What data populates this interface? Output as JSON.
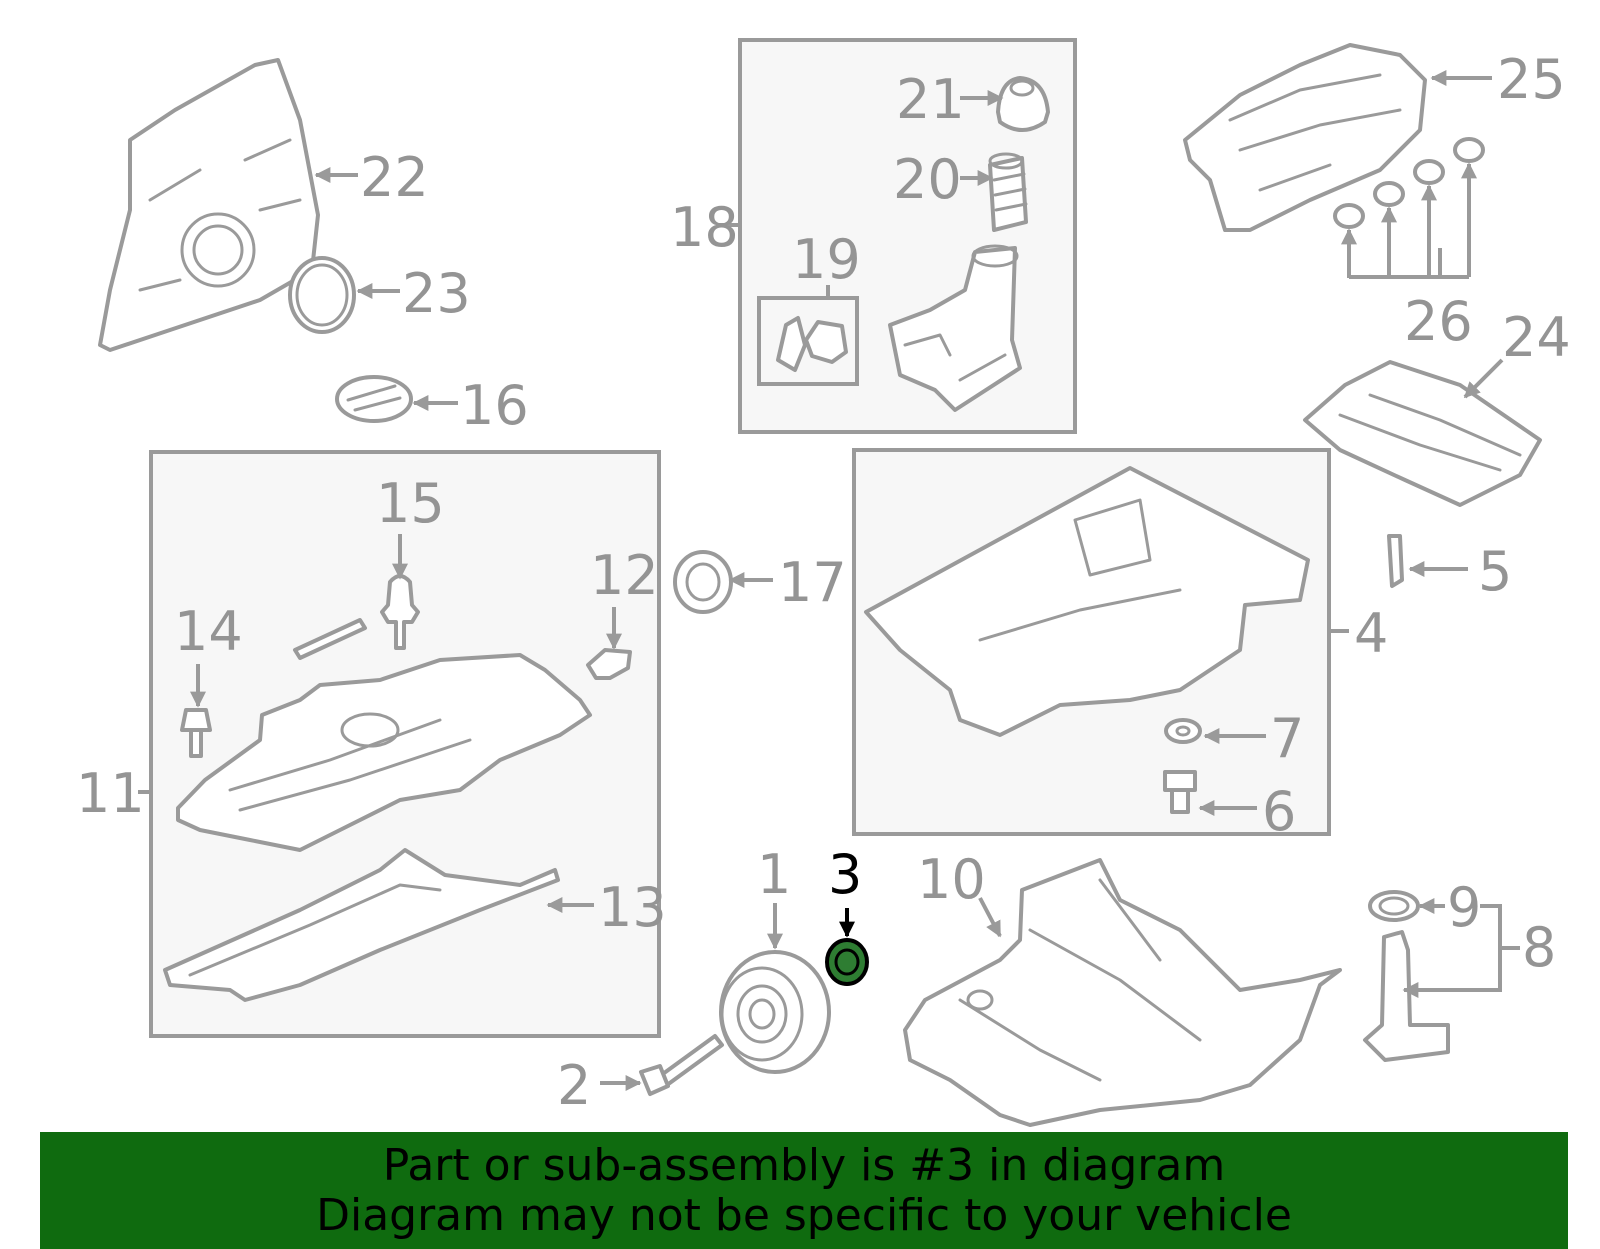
{
  "diagram": {
    "highlight_color": "#0f6b0f",
    "highlighted_part": "3",
    "callouts": [
      "1",
      "2",
      "3",
      "4",
      "5",
      "6",
      "7",
      "8",
      "9",
      "10",
      "11",
      "12",
      "13",
      "14",
      "15",
      "16",
      "17",
      "18",
      "19",
      "20",
      "21",
      "22",
      "23",
      "24",
      "25",
      "26"
    ]
  },
  "banner": {
    "background": "#0f6b0f",
    "line1": "Part or sub-assembly is #3 in diagram",
    "line2": "Diagram may not be specific to your vehicle"
  }
}
